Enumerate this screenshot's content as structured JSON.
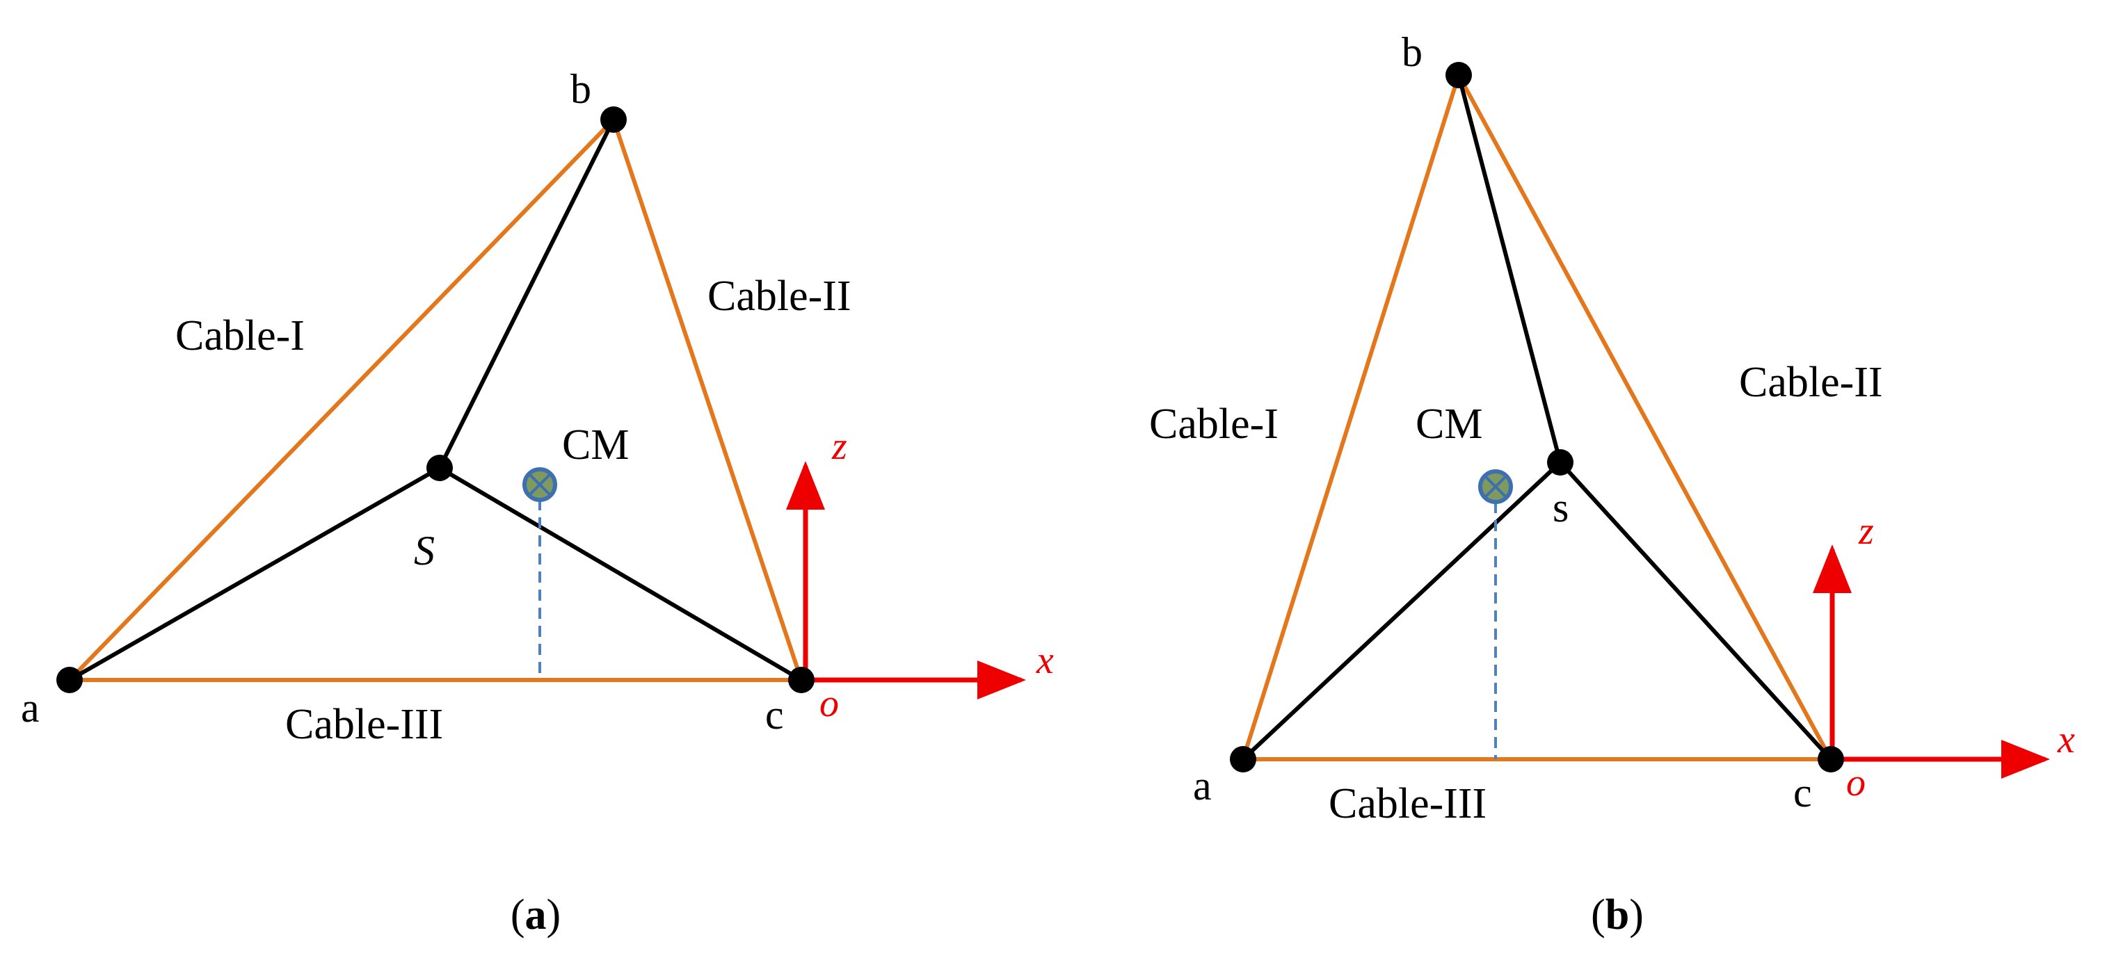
{
  "colors": {
    "cable": "#E4761C",
    "strut": "#000000",
    "axis": "#EE0000",
    "cm_fill": "#7F9A5E",
    "cm_ring": "#3E6FB0",
    "dashed": "#4F81BD"
  },
  "panels": [
    {
      "caption": "a",
      "nodes": {
        "a": "a",
        "b": "b",
        "c": "c",
        "s": "S"
      },
      "cables": {
        "one": "Cable-I",
        "two": "Cable-II",
        "three": "Cable-III"
      },
      "cm": "CM",
      "axes": {
        "x": "x",
        "z": "z",
        "o": "o"
      }
    },
    {
      "caption": "b",
      "nodes": {
        "a": "a",
        "b": "b",
        "c": "c",
        "s": "s"
      },
      "cables": {
        "one": "Cable-I",
        "two": "Cable-II",
        "three": "Cable-III"
      },
      "cm": "CM",
      "axes": {
        "x": "x",
        "z": "z",
        "o": "o"
      }
    }
  ]
}
